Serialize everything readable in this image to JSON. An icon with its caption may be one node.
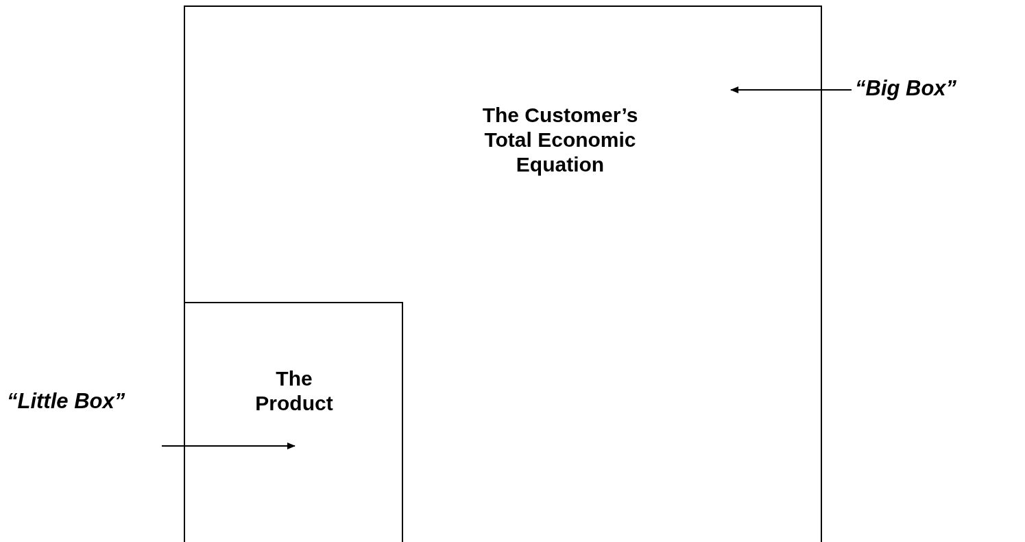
{
  "diagram": {
    "nodes": [
      {
        "text": [
          "The Customer’s Total Economic Equation"
        ]
      },
      {
        "text": [
          "The Product"
        ],
        "in": 0
      },
      {
        "text": [
          "“Big Box”"
        ]
      }
    ],
    "edges": [
      {
        "from": 2,
        "to": 0,
        "arrow": "to"
      },
      {
        "from": null,
        "to": 1,
        "arrow": "to"
      }
    ],
    "labels": [
      "“Little Box”"
    ]
  }
}
